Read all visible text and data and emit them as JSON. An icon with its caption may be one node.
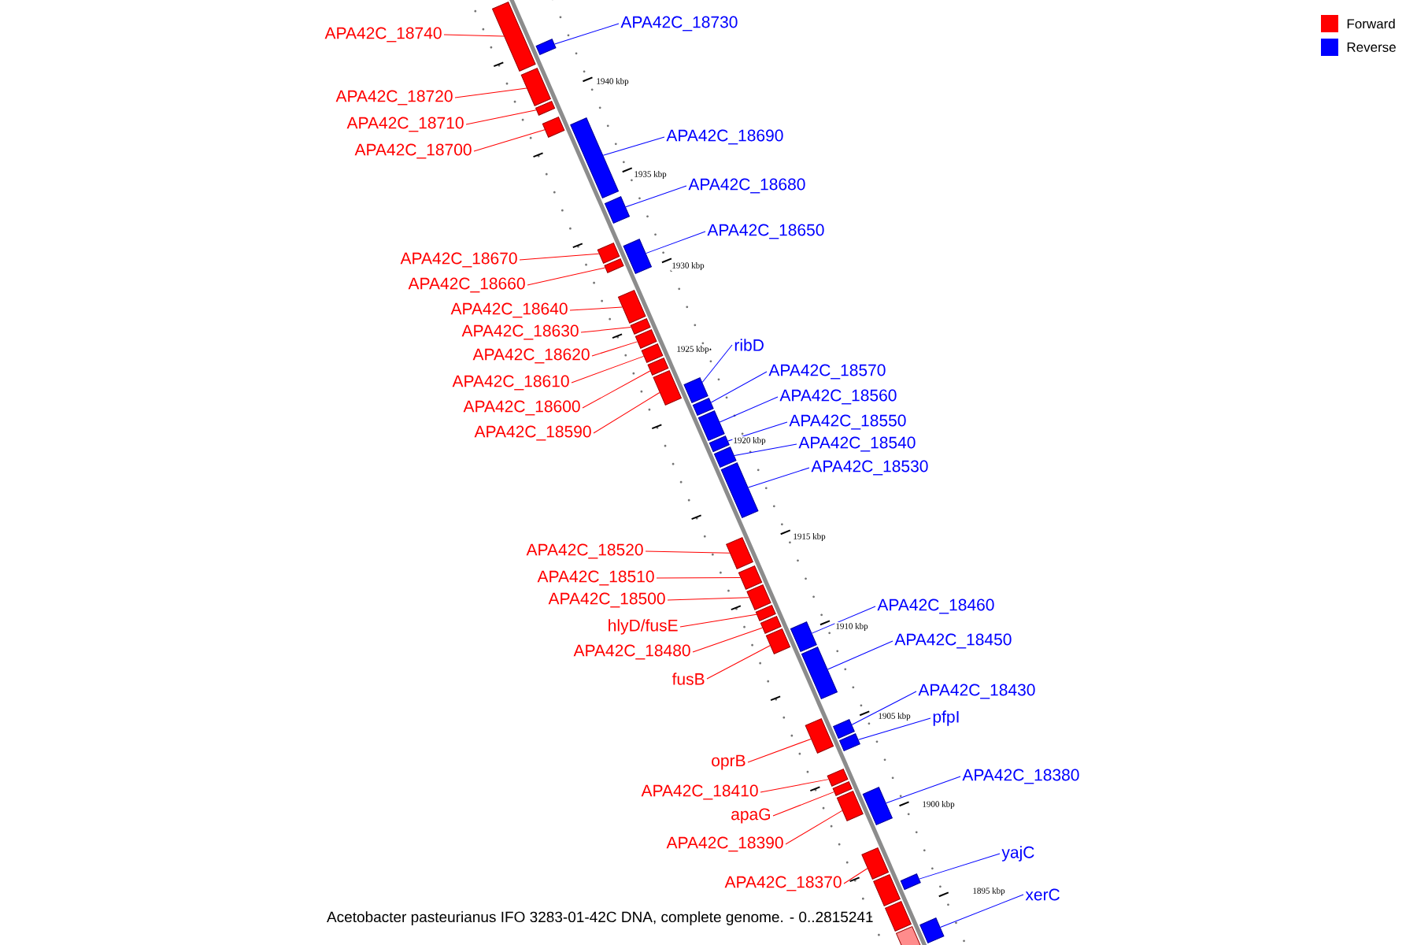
{
  "diagram": {
    "caption": "Acetobacter pasteurianus IFO 3283-01-42C DNA, complete genome. - 0..2815241",
    "nodes": [
      {
        "text": [
          "APA42C_18740"
        ]
      },
      {
        "text": [],
        "shape": "bar"
      },
      {
        "text": [
          "APA42C_18730"
        ]
      },
      {
        "text": [],
        "shape": "bar"
      },
      {
        "text": [
          "APA42C_18720"
        ]
      },
      {
        "text": [],
        "shape": "bar"
      },
      {
        "text": [
          "APA42C_18710"
        ]
      },
      {
        "text": [],
        "shape": "bar"
      },
      {
        "text": [
          "APA42C_18700"
        ]
      },
      {
        "text": [],
        "shape": "bar"
      },
      {
        "text": [
          "APA42C_18690"
        ]
      },
      {
        "text": [],
        "shape": "bar"
      },
      {
        "text": [
          "APA42C_18680"
        ]
      },
      {
        "text": [],
        "shape": "bar"
      },
      {
        "text": [
          "APA42C_18650"
        ]
      },
      {
        "text": [],
        "shape": "bar"
      },
      {
        "text": [
          "APA42C_18670"
        ]
      },
      {
        "text": [],
        "shape": "bar"
      },
      {
        "text": [
          "APA42C_18660"
        ]
      },
      {
        "text": [],
        "shape": "bar"
      },
      {
        "text": [
          "APA42C_18640"
        ]
      },
      {
        "text": [],
        "shape": "bar"
      },
      {
        "text": [
          "APA42C_18630"
        ]
      },
      {
        "text": [],
        "shape": "bar"
      },
      {
        "text": [
          "APA42C_18620"
        ]
      },
      {
        "text": [],
        "shape": "bar"
      },
      {
        "text": [
          "APA42C_18610"
        ]
      },
      {
        "text": [],
        "shape": "bar"
      },
      {
        "text": [
          "APA42C_18600"
        ]
      },
      {
        "text": [],
        "shape": "bar"
      },
      {
        "text": [
          "APA42C_18590"
        ]
      },
      {
        "text": [],
        "shape": "bar"
      },
      {
        "text": [
          "ribD"
        ]
      },
      {
        "text": [],
        "shape": "bar"
      },
      {
        "text": [
          "APA42C_18570"
        ]
      },
      {
        "text": [],
        "shape": "bar"
      },
      {
        "text": [
          "APA42C_18560"
        ]
      },
      {
        "text": [],
        "shape": "bar"
      },
      {
        "text": [
          "APA42C_18550"
        ]
      },
      {
        "text": [],
        "shape": "bar"
      },
      {
        "text": [
          "APA42C_18540"
        ]
      },
      {
        "text": [],
        "shape": "bar"
      },
      {
        "text": [
          "APA42C_18530"
        ]
      },
      {
        "text": [],
        "shape": "bar"
      },
      {
        "text": [
          "APA42C_18520"
        ]
      },
      {
        "text": [],
        "shape": "bar"
      },
      {
        "text": [
          "APA42C_18510"
        ]
      },
      {
        "text": [],
        "shape": "bar"
      },
      {
        "text": [
          "APA42C_18500"
        ]
      },
      {
        "text": [],
        "shape": "bar"
      },
      {
        "text": [
          "hlyD/fusE"
        ]
      },
      {
        "text": [],
        "shape": "bar"
      },
      {
        "text": [
          "APA42C_18480"
        ]
      },
      {
        "text": [],
        "shape": "bar"
      },
      {
        "text": [
          "fusB"
        ]
      },
      {
        "text": [],
        "shape": "bar"
      },
      {
        "text": [
          "APA42C_18460"
        ]
      },
      {
        "text": [],
        "shape": "bar"
      },
      {
        "text": [
          "APA42C_18450"
        ]
      },
      {
        "text": [],
        "shape": "bar"
      },
      {
        "text": [
          "APA42C_18430"
        ]
      },
      {
        "text": [],
        "shape": "bar"
      },
      {
        "text": [
          "pfpI"
        ]
      },
      {
        "text": [],
        "shape": "bar"
      },
      {
        "text": [
          "oprB"
        ]
      },
      {
        "text": [],
        "shape": "bar"
      },
      {
        "text": [
          "APA42C_18410"
        ]
      },
      {
        "text": [],
        "shape": "bar"
      },
      {
        "text": [
          "apaG"
        ]
      },
      {
        "text": [],
        "shape": "bar"
      },
      {
        "text": [
          "APA42C_18380"
        ]
      },
      {
        "text": [],
        "shape": "bar"
      },
      {
        "text": [
          "APA42C_18390"
        ]
      },
      {
        "text": [],
        "shape": "bar"
      },
      {
        "text": [
          "APA42C_18370"
        ]
      },
      {
        "text": [],
        "shape": "bar"
      },
      {
        "text": [
          "yajC"
        ]
      },
      {
        "text": [],
        "shape": "bar"
      },
      {
        "text": [
          "xerC"
        ]
      },
      {
        "text": [],
        "shape": "bar"
      },
      {
        "text": [],
        "shape": "bar"
      },
      {
        "text": [],
        "shape": "bar"
      },
      {
        "text": [],
        "shape": "bar"
      }
    ],
    "edges": [
      {
        "from": 0,
        "to": 1,
        "arrow": "none",
        "color": "#ff0000"
      },
      {
        "from": 2,
        "to": 3,
        "arrow": "none",
        "color": "#0000ff"
      },
      {
        "from": 4,
        "to": 5,
        "arrow": "none",
        "color": "#ff0000"
      },
      {
        "from": 6,
        "to": 7,
        "arrow": "none",
        "color": "#ff0000"
      },
      {
        "from": 8,
        "to": 9,
        "arrow": "none",
        "color": "#ff0000"
      },
      {
        "from": 10,
        "to": 11,
        "arrow": "none",
        "color": "#0000ff"
      },
      {
        "from": 12,
        "to": 13,
        "arrow": "none",
        "color": "#0000ff"
      },
      {
        "from": 14,
        "to": 15,
        "arrow": "none",
        "color": "#0000ff"
      },
      {
        "from": 16,
        "to": 17,
        "arrow": "none",
        "color": "#ff0000"
      },
      {
        "from": 18,
        "to": 19,
        "arrow": "none",
        "color": "#ff0000"
      },
      {
        "from": 20,
        "to": 21,
        "arrow": "none",
        "color": "#ff0000"
      },
      {
        "from": 22,
        "to": 23,
        "arrow": "none",
        "color": "#ff0000"
      },
      {
        "from": 24,
        "to": 25,
        "arrow": "none",
        "color": "#ff0000"
      },
      {
        "from": 26,
        "to": 27,
        "arrow": "none",
        "color": "#ff0000"
      },
      {
        "from": 28,
        "to": 29,
        "arrow": "none",
        "color": "#ff0000"
      },
      {
        "from": 30,
        "to": 31,
        "arrow": "none",
        "color": "#ff0000"
      },
      {
        "from": 32,
        "to": 33,
        "arrow": "none",
        "color": "#0000ff"
      },
      {
        "from": 34,
        "to": 35,
        "arrow": "none",
        "color": "#0000ff"
      },
      {
        "from": 36,
        "to": 37,
        "arrow": "none",
        "color": "#0000ff"
      },
      {
        "from": 38,
        "to": 39,
        "arrow": "none",
        "color": "#0000ff"
      },
      {
        "from": 40,
        "to": 41,
        "arrow": "none",
        "color": "#0000ff"
      },
      {
        "from": 42,
        "to": 43,
        "arrow": "none",
        "color": "#0000ff"
      },
      {
        "from": 44,
        "to": 45,
        "arrow": "none",
        "color": "#ff0000"
      },
      {
        "from": 46,
        "to": 47,
        "arrow": "none",
        "color": "#ff0000"
      },
      {
        "from": 48,
        "to": 49,
        "arrow": "none",
        "color": "#ff0000"
      },
      {
        "from": 50,
        "to": 51,
        "arrow": "none",
        "color": "#ff0000"
      },
      {
        "from": 52,
        "to": 53,
        "arrow": "none",
        "color": "#ff0000"
      },
      {
        "from": 54,
        "to": 55,
        "arrow": "none",
        "color": "#ff0000"
      },
      {
        "from": 56,
        "to": 57,
        "arrow": "none",
        "color": "#0000ff"
      },
      {
        "from": 58,
        "to": 59,
        "arrow": "none",
        "color": "#0000ff"
      },
      {
        "from": 60,
        "to": 61,
        "arrow": "none",
        "color": "#0000ff"
      },
      {
        "from": 62,
        "to": 63,
        "arrow": "none",
        "color": "#0000ff"
      },
      {
        "from": 64,
        "to": 65,
        "arrow": "none",
        "color": "#ff0000"
      },
      {
        "from": 66,
        "to": 67,
        "arrow": "none",
        "color": "#ff0000"
      },
      {
        "from": 68,
        "to": 69,
        "arrow": "none",
        "color": "#ff0000"
      },
      {
        "from": 70,
        "to": 71,
        "arrow": "none",
        "color": "#0000ff"
      },
      {
        "from": 72,
        "to": 73,
        "arrow": "none",
        "color": "#ff0000"
      },
      {
        "from": 74,
        "to": 75,
        "arrow": "none",
        "color": "#ff0000"
      },
      {
        "from": 76,
        "to": 77,
        "arrow": "none",
        "color": "#0000ff"
      },
      {
        "from": 78,
        "to": 79,
        "arrow": "none",
        "color": "#0000ff"
      }
    ],
    "labels": [
      "1940 kbp",
      "1935 kbp",
      "1930 kbp",
      "1925 kbp",
      "1920 kbp",
      "1915 kbp",
      "1910 kbp",
      "1905 kbp",
      "1900 kbp",
      "1895 kbp"
    ],
    "legend": [
      {
        "text": "Forward",
        "color": "#ff0000"
      },
      {
        "text": "Reverse",
        "color": "#0000ff"
      }
    ]
  }
}
